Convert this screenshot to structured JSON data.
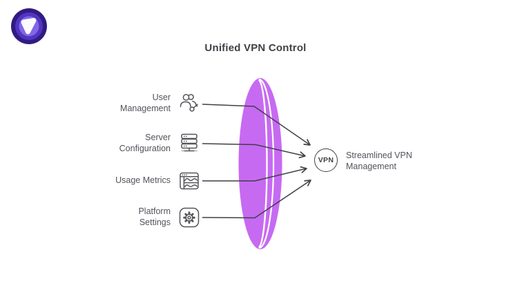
{
  "logo": {
    "icon": "vpn-brand-logo-icon",
    "colors": {
      "outer": "#311b82",
      "mid": "#5134c0",
      "inner": "#8266e6",
      "glyph": "#fbfaff"
    }
  },
  "title": "Unified VPN Control",
  "sources": [
    {
      "icon": "users-key-icon",
      "label": "User Management",
      "lines": [
        "User",
        "Management"
      ]
    },
    {
      "icon": "server-rack-icon",
      "label": "Server Configuration",
      "lines": [
        "Server",
        "Configuration"
      ]
    },
    {
      "icon": "metrics-window-icon",
      "label": "Usage Metrics",
      "lines": [
        "Usage Metrics"
      ]
    },
    {
      "icon": "gear-icon",
      "label": "Platform Settings",
      "lines": [
        "Platform",
        "Settings"
      ]
    }
  ],
  "lens": {
    "color": "#c76af2",
    "highlight": "#ffffff"
  },
  "arrows": {
    "color": "#3f3f46"
  },
  "result": {
    "badge": "VPN",
    "label": "Streamlined VPN Management",
    "lines": [
      "Streamlined VPN",
      "Management"
    ]
  }
}
